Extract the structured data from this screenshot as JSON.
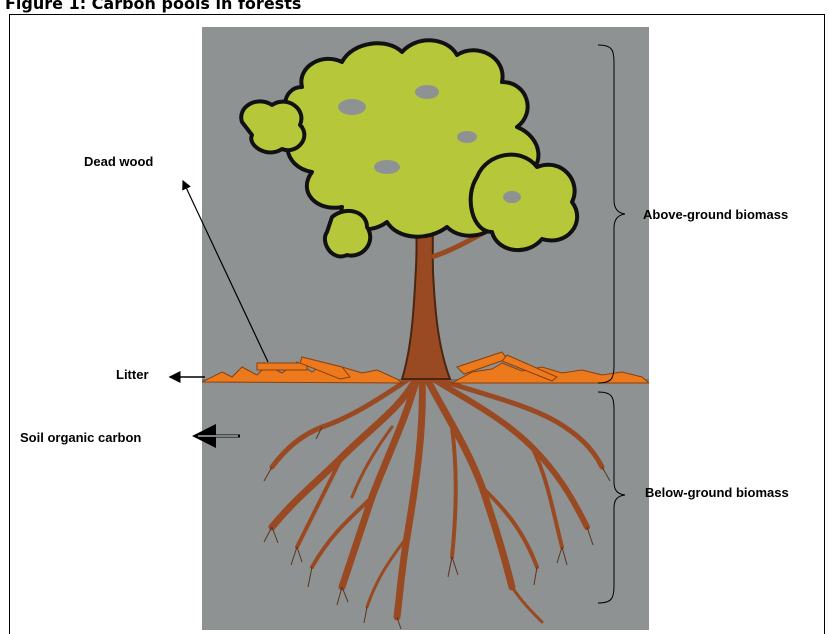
{
  "figure": {
    "title": "Figure 1: Carbon pools in forests"
  },
  "labels": {
    "dead_wood": "Dead wood",
    "litter": "Litter",
    "soil_organic_carbon": "Soil organic carbon",
    "above_ground_biomass": "Above-ground biomass",
    "below_ground_biomass": "Below-ground biomass"
  },
  "colors": {
    "background": "#8e9293",
    "foliage": "#b7c73a",
    "foliage_outline": "#111111",
    "trunk": "#9a4a22",
    "litter": "#ec7a1c"
  }
}
